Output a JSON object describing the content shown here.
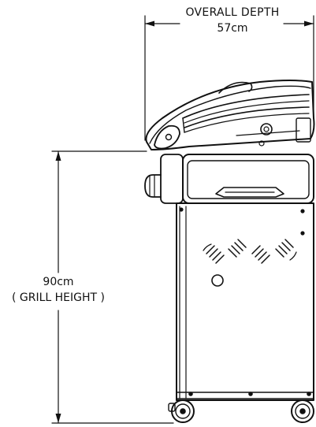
{
  "depth_dimension": {
    "label": "OVERALL DEPTH",
    "value": "57cm"
  },
  "height_dimension": {
    "value": "90cm",
    "label": "( GRILL HEIGHT )"
  },
  "colors": {
    "line": "#111111",
    "background": "#ffffff"
  }
}
